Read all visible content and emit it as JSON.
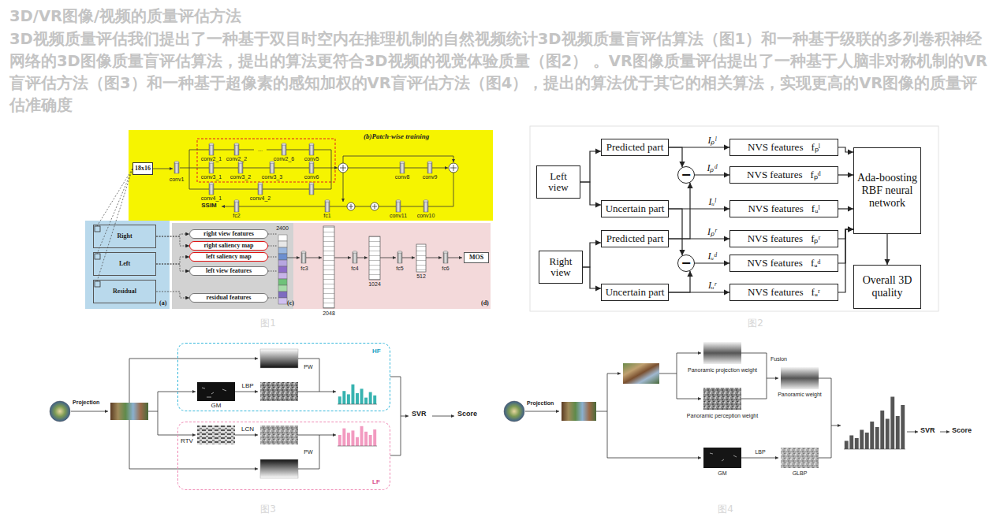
{
  "diagram": {
    "title": "3D/VR图像/视频的质量评估方法",
    "nodes": [
      {
        "text": [
          "(b)Patch-wise training"
        ]
      },
      {
        "text": [
          "18x16"
        ],
        "in": 0
      },
      {
        "text": [
          "(a)"
        ]
      },
      {
        "text": [
          "Right"
        ],
        "in": 2
      },
      {
        "text": [
          "Left"
        ],
        "in": 2
      },
      {
        "text": [
          "Residual"
        ],
        "in": 2
      },
      {
        "text": [
          "(c)"
        ]
      },
      {
        "text": [
          "right view features"
        ],
        "in": 6
      },
      {
        "text": [
          "right saliency map"
        ],
        "in": 6
      },
      {
        "text": [
          "left saliency map"
        ],
        "in": 6
      },
      {
        "text": [
          "left view features"
        ],
        "in": 6
      },
      {
        "text": [
          "residual features"
        ],
        "in": 6
      },
      {
        "text": [
          "(d)"
        ]
      },
      {
        "text": [
          "MOS"
        ],
        "in": 12
      },
      {
        "text": [
          "Left view"
        ]
      },
      {
        "text": [
          "Right view"
        ]
      },
      {
        "text": [
          "Predicted part"
        ]
      },
      {
        "text": [
          "Uncertain part"
        ]
      },
      {
        "text": [
          "Predicted part"
        ]
      },
      {
        "text": [
          "Uncertain part"
        ]
      },
      {
        "text": [
          "−"
        ]
      },
      {
        "text": [
          "−"
        ]
      },
      {
        "text": [
          "NVS features",
          "fₚˡ"
        ]
      },
      {
        "text": [
          "NVS features",
          "fₚᵈ"
        ]
      },
      {
        "text": [
          "NVS features",
          "fᵤˡ"
        ]
      },
      {
        "text": [
          "NVS features",
          "fₚʳ"
        ]
      },
      {
        "text": [
          "NVS features",
          "fᵤᵈ"
        ]
      },
      {
        "text": [
          "NVS features",
          "fᵤʳ"
        ]
      },
      {
        "text": [
          "Ada-boosting RBF neural network"
        ]
      },
      {
        "text": [
          "Overall 3D quality"
        ]
      },
      {
        "text": [
          "HF"
        ]
      },
      {
        "text": [
          "LF"
        ]
      }
    ],
    "edges": [
      {
        "from": 3,
        "to": 7,
        "arrow": "to"
      },
      {
        "from": 3,
        "to": 8,
        "arrow": "to"
      },
      {
        "from": 4,
        "to": 9,
        "arrow": "to"
      },
      {
        "from": 4,
        "to": 10,
        "arrow": "to"
      },
      {
        "from": 5,
        "to": 11,
        "arrow": "to"
      },
      {
        "from": 14,
        "to": 16,
        "arrow": "to"
      },
      {
        "from": 14,
        "to": 17,
        "arrow": "to"
      },
      {
        "from": 15,
        "to": 18,
        "arrow": "to"
      },
      {
        "from": 15,
        "to": 19,
        "arrow": "to"
      },
      {
        "from": 16,
        "to": 22,
        "label": "Iₚˡ",
        "arrow": "to"
      },
      {
        "from": 16,
        "to": 20,
        "arrow": "to"
      },
      {
        "from": 18,
        "to": 20,
        "arrow": "to"
      },
      {
        "from": 20,
        "to": 23,
        "label": "Iₚᵈ",
        "arrow": "to"
      },
      {
        "from": 17,
        "to": 24,
        "label": "Iᵤˡ",
        "arrow": "to"
      },
      {
        "from": 18,
        "to": 25,
        "label": "Iₚʳ",
        "arrow": "to"
      },
      {
        "from": 17,
        "to": 21,
        "arrow": "to"
      },
      {
        "from": 19,
        "to": 21,
        "arrow": "to"
      },
      {
        "from": 21,
        "to": 26,
        "label": "Iᵤᵈ",
        "arrow": "to"
      },
      {
        "from": 19,
        "to": 27,
        "label": "Iᵤʳ",
        "arrow": "to"
      },
      {
        "from": 22,
        "to": 28,
        "arrow": "to"
      },
      {
        "from": 23,
        "to": 28,
        "arrow": "to"
      },
      {
        "from": 24,
        "to": 28,
        "arrow": "to"
      },
      {
        "from": 25,
        "to": 28,
        "arrow": "to"
      },
      {
        "from": 26,
        "to": 28,
        "arrow": "to"
      },
      {
        "from": 27,
        "to": 28,
        "arrow": "to"
      },
      {
        "from": 28,
        "to": 29,
        "arrow": "to"
      }
    ],
    "labels": [
      "3D视频质量评估我们提出了一种基于双目时空内在推理机制的自然视频统计3D视频质量盲评估算法（图1）和一种基于级联的多列卷积神经网络的3D图像质量盲评估算法，提出的算法更符合3D视频的视觉体验质量（图2） 。VR图像质量评估提出了一种基于人脑非对称机制的VR盲评估方法（图3）和一种基于超像素的感知加权的VR盲评估方法（图4），提出的算法优于其它的相关算法，实现更高的VR图像的质量评估准确度",
      "conv1",
      "conv2_1",
      "conv2_2",
      "...",
      "conv2_6",
      "conv5",
      "conv3_1",
      "conv3_2",
      "conv3_3",
      "conv6",
      "conv4_1",
      "conv4_2",
      "conv8",
      "conv9",
      "conv10",
      "conv11",
      "fc1",
      "fc2",
      "SSIM",
      "2400",
      "fc3",
      "2048",
      "fc4",
      "1024",
      "fc5",
      "512",
      "fc6",
      "Projection",
      "GM",
      "LBP",
      "PW",
      "RTV",
      "LCN",
      "PW",
      "SVR",
      "Score",
      "Projection",
      "Panoramic projection weight",
      "Fusion",
      "Panoramic perception weight",
      "Panoramic weight",
      "GM",
      "LBP",
      "GLBP",
      "SVR",
      "Score",
      "图1",
      "图2",
      "图3",
      "图4"
    ]
  }
}
